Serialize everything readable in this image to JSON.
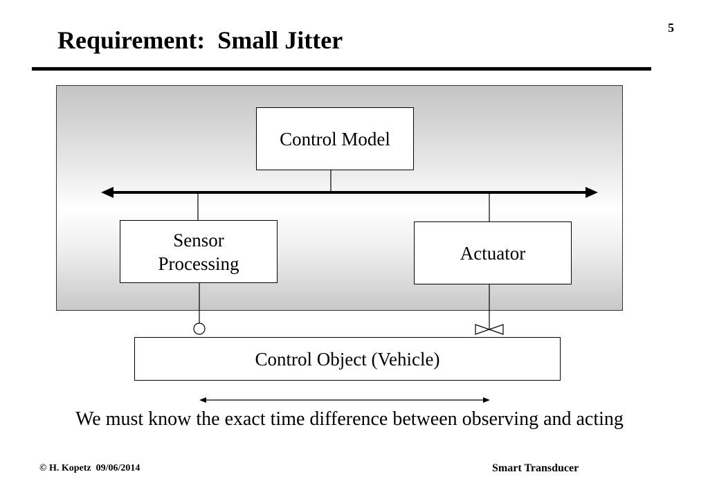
{
  "slide": {
    "title": "Requirement:  Small Jitter",
    "page_number": "5"
  },
  "diagram": {
    "control_model": "Control Model",
    "sensor_line1": "Sensor",
    "sensor_line2": "Processing",
    "actuator": "Actuator",
    "control_object": "Control Object (Vehicle)"
  },
  "caption": "We must know the exact time difference between observing and acting",
  "footer": {
    "left": "© H. Kopetz  09/06/2014",
    "right": "Smart Transducer"
  }
}
